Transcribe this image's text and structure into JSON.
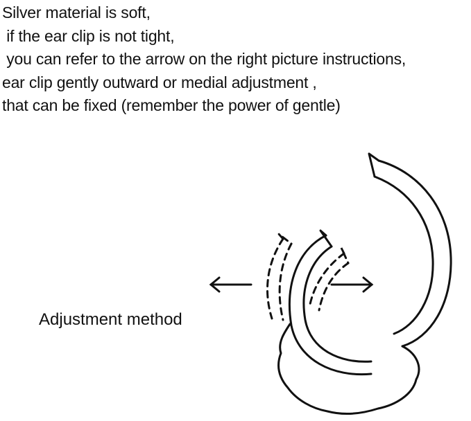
{
  "instructions": [
    "Silver material is soft,",
    " if the ear clip is not tight,",
    " you can refer to the arrow on the right picture instructions,",
    "ear clip gently outward or medial adjustment ,",
    "that can be fixed (remember the power of gentle)"
  ],
  "caption": "Adjustment method",
  "colors": {
    "ink": "#111111",
    "background": "#ffffff"
  }
}
